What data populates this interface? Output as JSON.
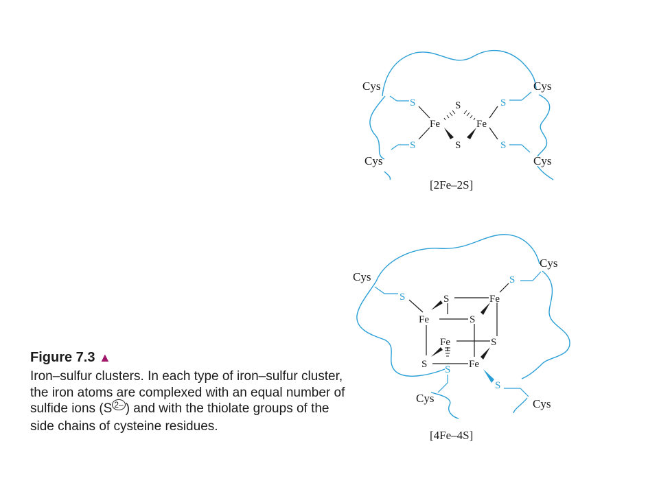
{
  "caption": {
    "figure_label": "Figure 7.3",
    "arrow": "▲",
    "text_before_ion": "Iron–sulfur clusters. In each type of iron–sulfur cluster, the iron atoms are complexed with an equal number of sulfide ions (S",
    "ion_charge": "2–",
    "text_after_ion": ") and with the thiolate groups of the side chains of cysteine residues."
  },
  "cluster_2fe2s": {
    "label": "[2Fe–2S]",
    "iron_symbol": "Fe",
    "sulfur_symbol": "S",
    "cysteine_label": "Cys"
  },
  "cluster_4fe4s": {
    "label": "[4Fe–4S]",
    "iron_symbol": "Fe",
    "sulfur_symbol": "S",
    "cysteine_label": "Cys"
  },
  "colors": {
    "chain": "#2a9fd6",
    "text": "#1a1a1a",
    "arrow": "#a0146a"
  }
}
